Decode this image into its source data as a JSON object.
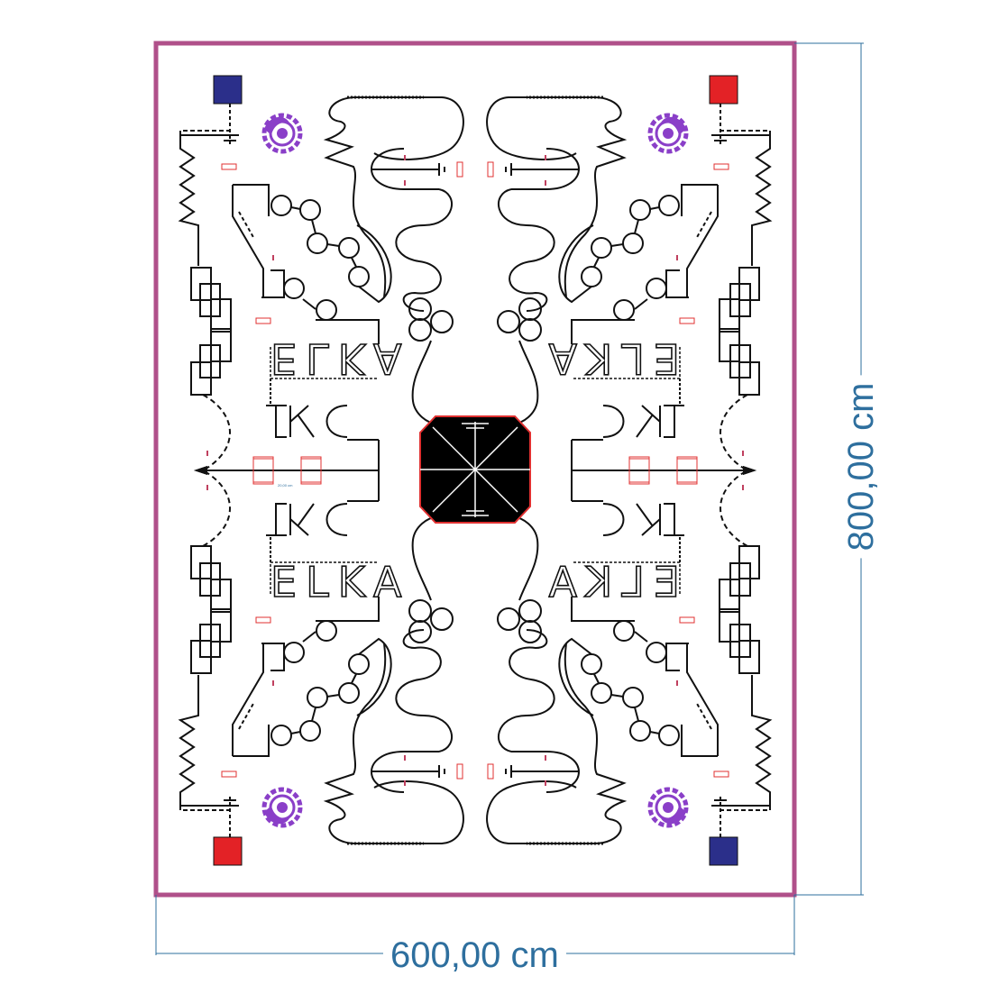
{
  "dimensions": {
    "width_label": "600,00 cm",
    "height_label": "800,00 cm"
  },
  "field": {
    "title": "ELKA",
    "border_color": "#b0508a",
    "dimension_color": "#2e6f9e",
    "track_color": "#111111",
    "marker_color": "#e03030",
    "zone_colors": {
      "blue": "#2b2f8a",
      "red": "#e32226"
    },
    "logo_color": "#8a3fc8",
    "center_platform_color": "#000000",
    "small_label": "20,00 cm"
  },
  "corners": [
    {
      "name": "top-left-start",
      "color": "#2b2f8a"
    },
    {
      "name": "top-right-start",
      "color": "#e32226"
    },
    {
      "name": "bottom-left-start",
      "color": "#e32226"
    },
    {
      "name": "bottom-right-start",
      "color": "#2b2f8a"
    }
  ],
  "logos": [
    {
      "icon": "gear-target-leaf-icon"
    },
    {
      "icon": "gear-target-leaf-icon"
    },
    {
      "icon": "gear-target-leaf-icon"
    },
    {
      "icon": "gear-target-leaf-icon"
    }
  ]
}
